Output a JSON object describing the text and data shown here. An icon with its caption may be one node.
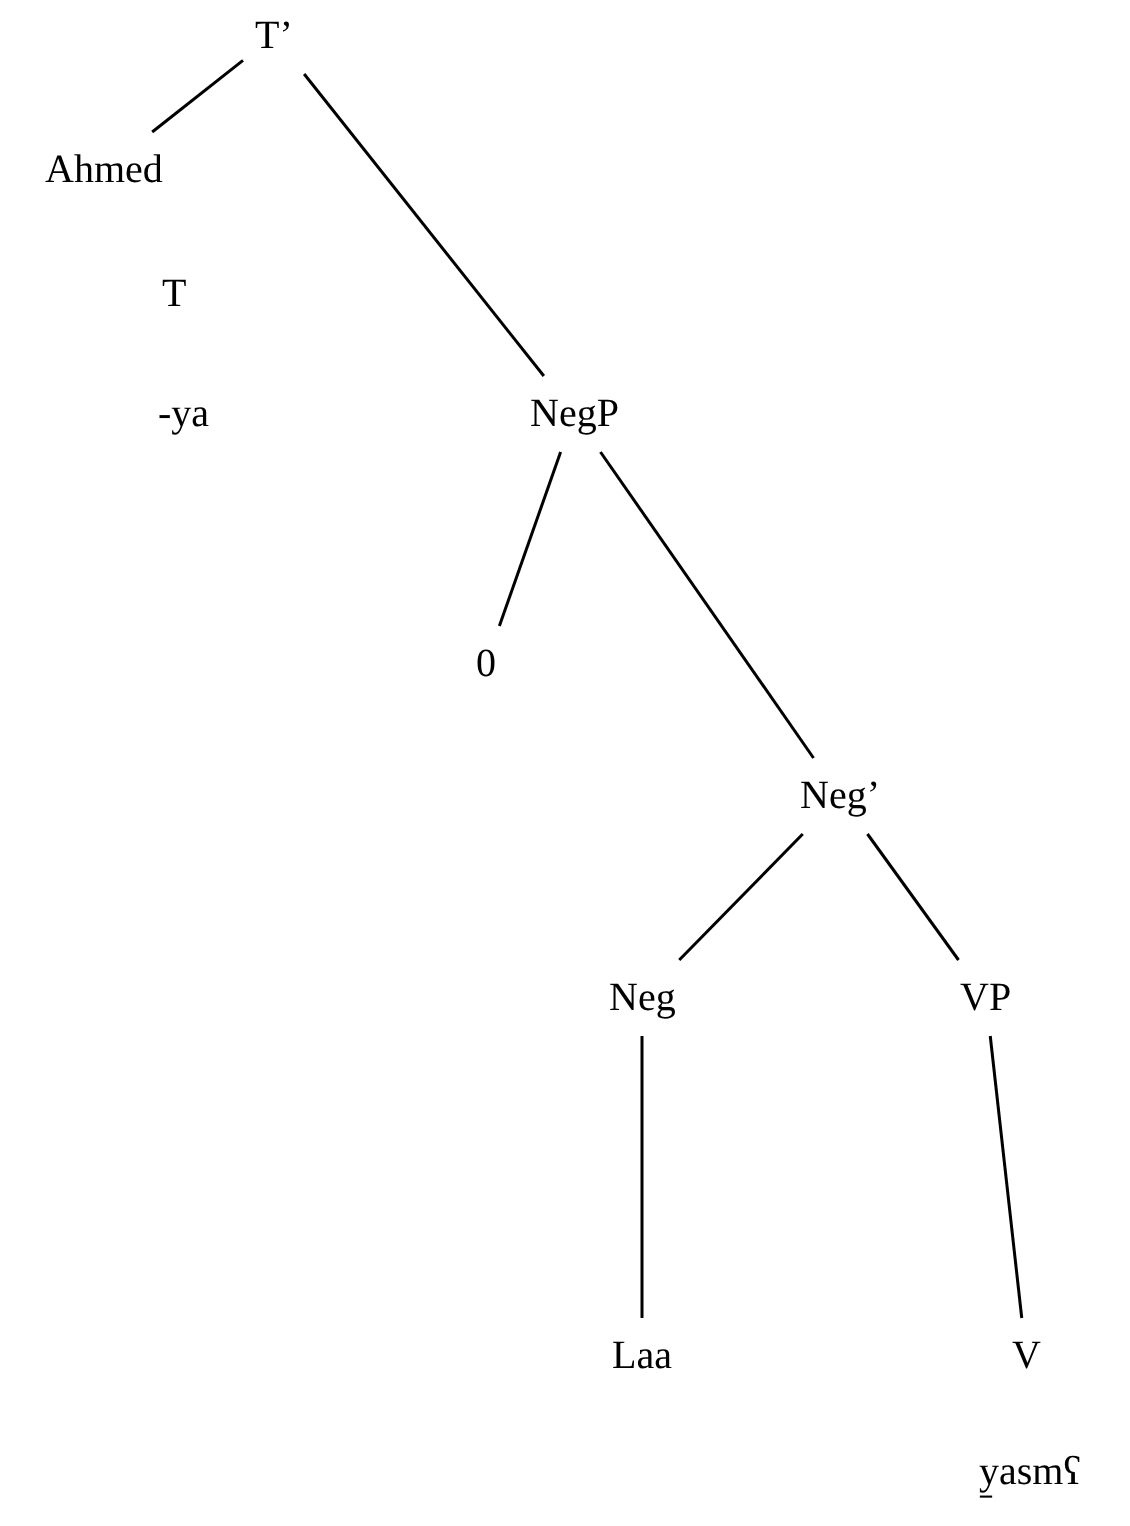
{
  "diagram": {
    "nodes": [
      {
        "text": [
          "T’"
        ]
      },
      {
        "text": [
          "Ahmed"
        ]
      },
      {
        "text": [
          "NegP"
        ]
      },
      {
        "text": [
          "0"
        ]
      },
      {
        "text": [
          "Neg’"
        ]
      },
      {
        "text": [
          "Neg"
        ]
      },
      {
        "text": [
          "VP"
        ]
      },
      {
        "text": [
          "Laa"
        ]
      },
      {
        "text": [
          "V"
        ]
      }
    ],
    "edges": [
      {
        "from": 0,
        "to": 1,
        "arrow": "none"
      },
      {
        "from": 0,
        "to": 2,
        "arrow": "none"
      },
      {
        "from": 2,
        "to": 3,
        "arrow": "none"
      },
      {
        "from": 2,
        "to": 4,
        "arrow": "none"
      },
      {
        "from": 4,
        "to": 5,
        "arrow": "none"
      },
      {
        "from": 4,
        "to": 6,
        "arrow": "none"
      },
      {
        "from": 5,
        "to": 7,
        "arrow": "none"
      },
      {
        "from": 6,
        "to": 8,
        "arrow": "none"
      }
    ],
    "labels": [
      "T",
      "-ya",
      "y̱asmʕ"
    ]
  }
}
